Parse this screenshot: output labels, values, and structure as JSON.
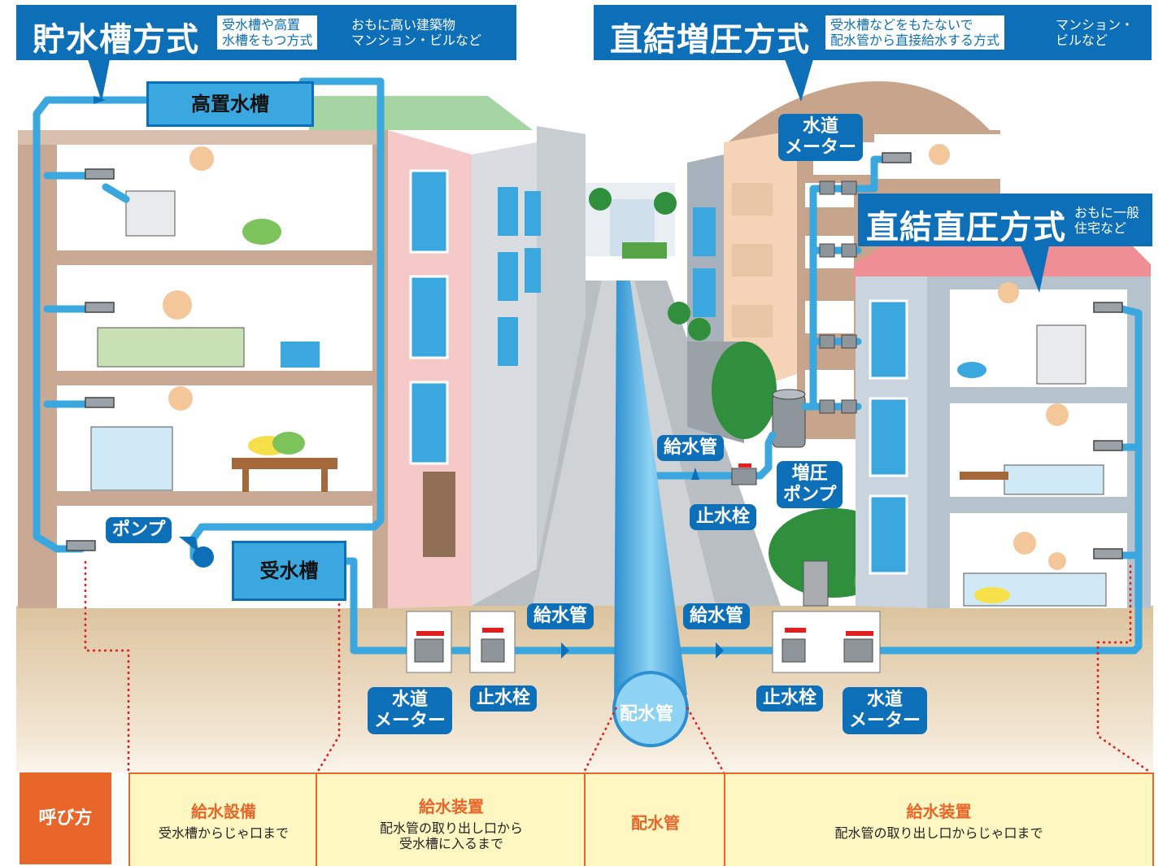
{
  "systems": {
    "tank": {
      "title": "貯水槽方式",
      "boxed_desc": [
        "受水槽や高置",
        "水槽をもつ方式"
      ],
      "sub": [
        "おもに高い建築物",
        "マンション・ビルなど"
      ]
    },
    "booster": {
      "title": "直結増圧方式",
      "boxed_desc": [
        "受水槽などをもたないで",
        "配水管から直接給水する方式"
      ],
      "sub": [
        "マンション・",
        "ビルなど"
      ]
    },
    "direct": {
      "title": "直結直圧方式",
      "sub": [
        "おもに一般",
        "住宅など"
      ]
    }
  },
  "labels": {
    "elevated_tank": "高置水槽",
    "receiving_tank": "受水槽",
    "pump": "ポンプ",
    "supply_pipe": "給水管",
    "main_pipe": "配水管",
    "meter": [
      "水道",
      "メーター"
    ],
    "stop_valve": "止水栓",
    "booster_pump": [
      "増圧",
      "ポンプ"
    ]
  },
  "legend": {
    "heading": "呼び方",
    "cells": [
      {
        "title": "給水設備",
        "desc": [
          "受水槽からじゃ口まで"
        ]
      },
      {
        "title": "給水装置",
        "desc": [
          "配水管の取り出し口から",
          "受水槽に入るまで"
        ]
      },
      {
        "title": "配水管",
        "desc": []
      },
      {
        "title": "給水装置",
        "desc": [
          "配水管の取り出し口からじゃ口まで"
        ]
      }
    ]
  },
  "colors": {
    "pipe": "#3aa7de",
    "accent": "#0d6fb8",
    "ground": "#e3c9a3",
    "orange": "#e8662a",
    "legend_bg": "#fff7c2"
  }
}
